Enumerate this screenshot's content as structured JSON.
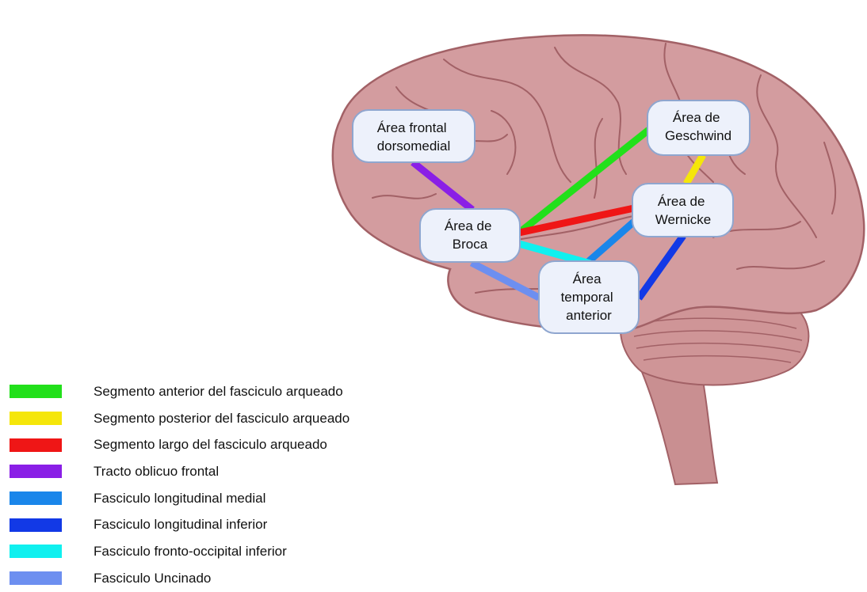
{
  "regions": {
    "frontal_dorsomedial": [
      "Área frontal",
      "dorsomedial"
    ],
    "geschwind": [
      "Área de",
      "Geschwind"
    ],
    "wernicke": [
      "Área de",
      "Wernicke"
    ],
    "broca": [
      "Área de",
      "Broca"
    ],
    "temporal_anterior": [
      "Área",
      "temporal",
      "anterior"
    ]
  },
  "tracts": [
    {
      "label": "Segmento anterior del fasciculo arqueado",
      "color": "#22e01b",
      "from": "broca",
      "to": "geschwind"
    },
    {
      "label": "Segmento posterior del fasciculo arqueado",
      "color": "#f5e60a",
      "from": "geschwind",
      "to": "wernicke"
    },
    {
      "label": "Segmento largo del fasciculo arqueado",
      "color": "#ef1616",
      "from": "broca",
      "to": "wernicke"
    },
    {
      "label": "Tracto oblicuo frontal",
      "color": "#8a1fe6",
      "from": "frontal_dorsomedial",
      "to": "broca"
    },
    {
      "label": "Fasciculo longitudinal medial",
      "color": "#1a86ea",
      "from": "temporal_anterior",
      "to": "wernicke"
    },
    {
      "label": "Fasciculo longitudinal inferior",
      "color": "#1239e6",
      "from": "temporal_anterior",
      "to": "wernicke"
    },
    {
      "label": "Fasciculo fronto-occipital inferior",
      "color": "#10f0ef",
      "from": "broca",
      "to": "temporal_anterior"
    },
    {
      "label": "Fasciculo Uncinado",
      "color": "#6d8ff0",
      "from": "broca",
      "to": "temporal_anterior"
    }
  ],
  "colors": {
    "brain_fill": "#d39c9f",
    "brain_outline": "#a26166",
    "node_fill": "#edf1fb",
    "node_stroke": "#8fa6cf"
  }
}
